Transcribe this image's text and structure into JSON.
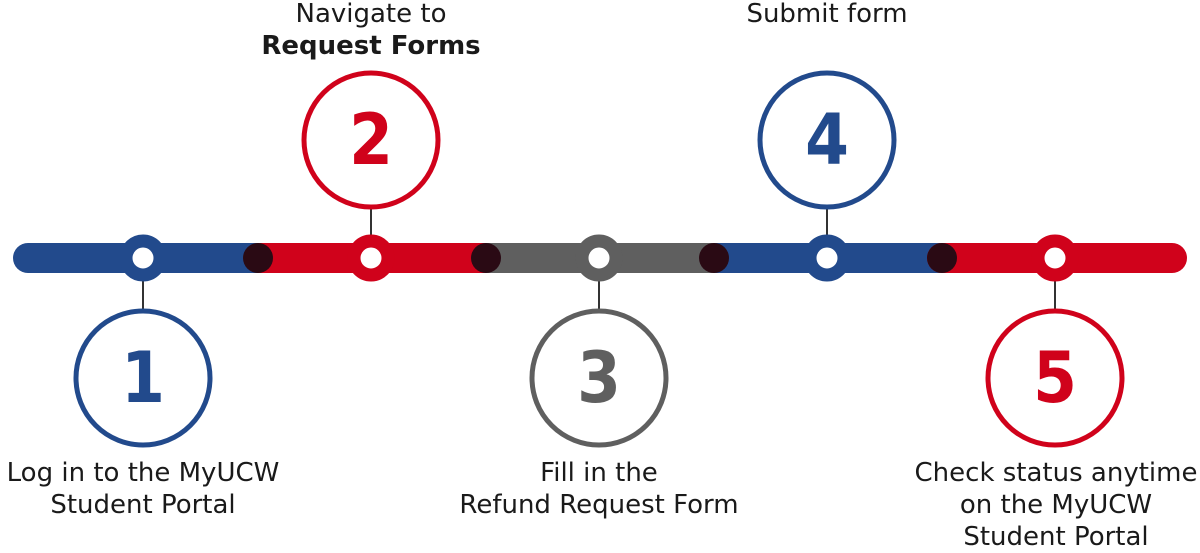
{
  "colors": {
    "blue": "#224a8c",
    "red": "#d0021b",
    "gray": "#5f5f5f",
    "joint": "#2a0a14",
    "white": "#ffffff",
    "text": "#1a1a1a"
  },
  "steps": [
    {
      "number": "1",
      "color": "blue",
      "position": "below",
      "line1": "Log in to the MyUCW",
      "line2": "Student Portal",
      "line3": ""
    },
    {
      "number": "2",
      "color": "red",
      "position": "above",
      "line1": "Navigate to",
      "line2": "Request Forms",
      "line3": ""
    },
    {
      "number": "3",
      "color": "gray",
      "position": "below",
      "line1": "Fill in the",
      "line2": "Refund Request Form",
      "line3": ""
    },
    {
      "number": "4",
      "color": "blue",
      "position": "above",
      "line1": "Submit form",
      "line2": "",
      "line3": ""
    },
    {
      "number": "5",
      "color": "red",
      "position": "below",
      "line1": "Check status anytime",
      "line2": "on the MyUCW",
      "line3": "Student Portal"
    }
  ]
}
